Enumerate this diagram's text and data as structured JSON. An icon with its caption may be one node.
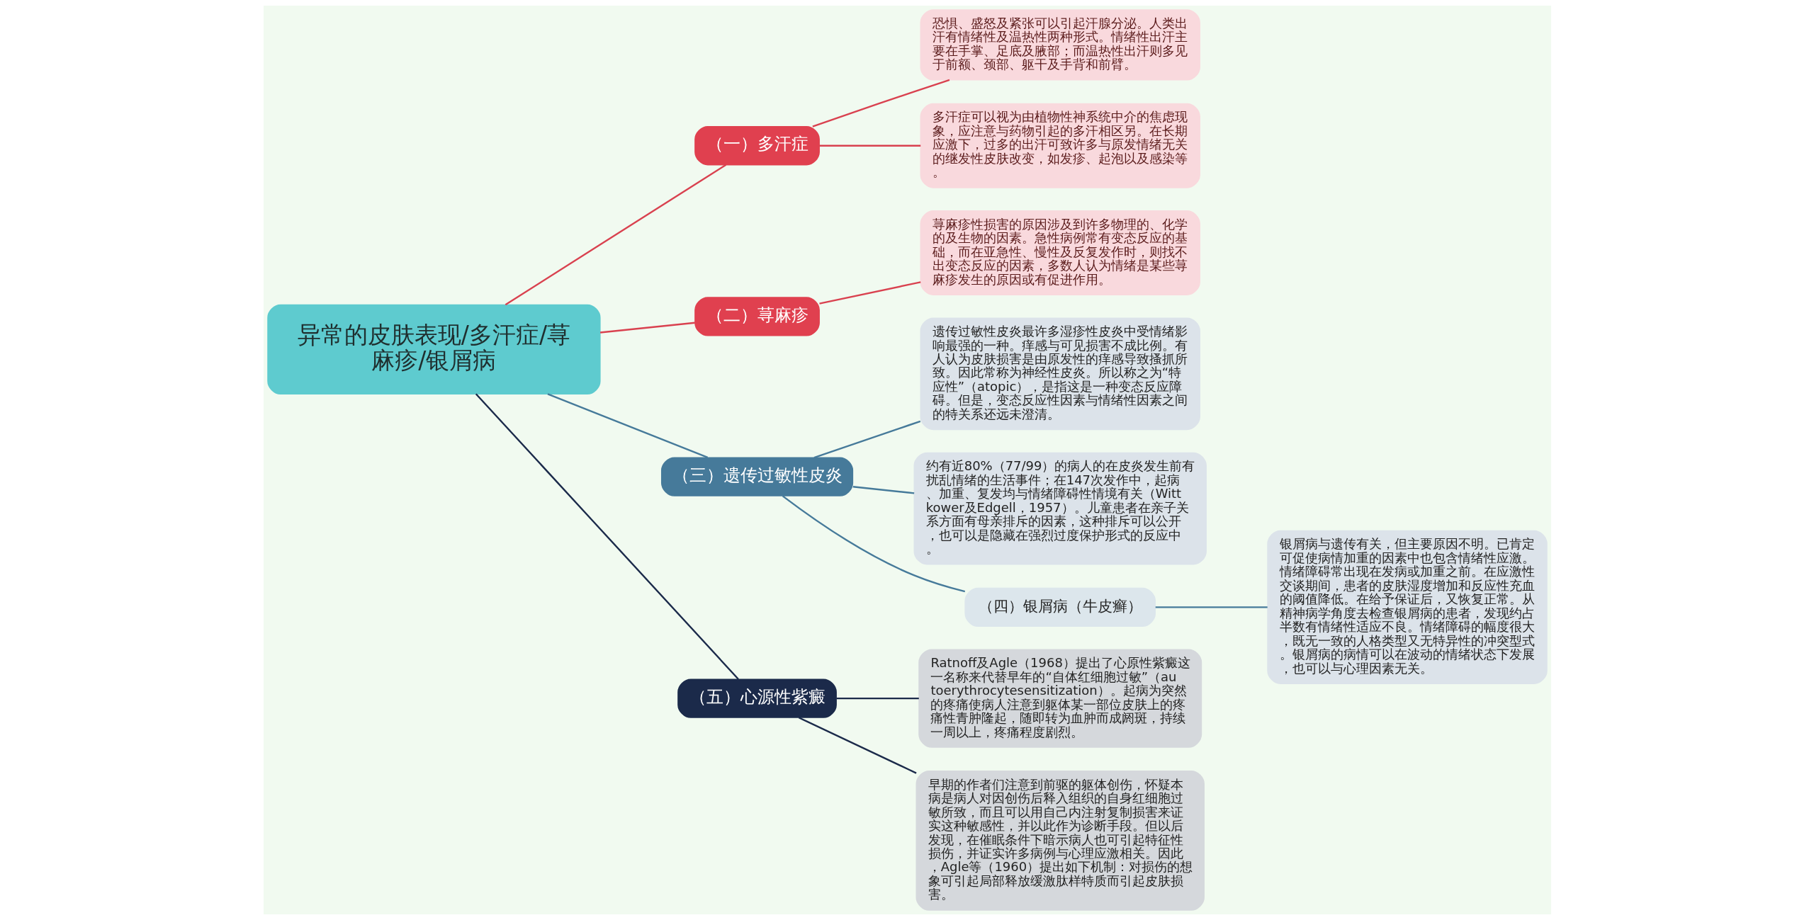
{
  "diagram": {
    "nodes": [
      {
        "text": [
          "异常的皮肤表现/多汗症/荨麻疹/银屑病"
        ]
      },
      {
        "text": [
          "（一）多汗症"
        ]
      },
      {
        "text": [
          "恐惧、盛怒及紧张可以引起汗腺分泌。人类出汗有情绪性及温热性两种形式。情绪性出汗主要在手掌、足底及腋部；而温热性出汗则多见于前额、颈部、躯干及手背和前臂。"
        ]
      },
      {
        "text": [
          "多汗症可以视为由植物性神系统中介的焦虑现象，应注意与药物引起的多汗相区另。在长期应激下，过多的出汗可致许多与原发情绪无关的继发性皮肤改变，如发疹、起泡以及感染等。"
        ]
      },
      {
        "text": [
          "（二）荨麻疹"
        ]
      },
      {
        "text": [
          "荨麻疹性损害的原因涉及到许多物理的、化学的及生物的因素。急性病例常有变态反应的基础，而在亚急性、慢性及反复发作时，则找不出变态反应的因素，多数人认为情绪是某些荨麻疹发生的原因或有促进作用。"
        ]
      },
      {
        "text": [
          "（三）遗传过敏性皮炎"
        ]
      },
      {
        "text": [
          "遗传过敏性皮炎最许多湿疹性皮炎中受情绪影响最强的一种。痒感与可见损害不成比例。有人认为皮肤损害是由原发性的痒感导致搔抓所致。因此常称为神经性皮炎。所以称之为“特应性”（atopic），是指这是一种变态反应障碍。但是，变态反应性因素与情绪性因素之间的特关系还远未澄清。"
        ]
      },
      {
        "text": [
          "约有近80%（77/99）的病人的在皮炎发生前有扰乱情绪的生活事件；在147次发作中，起病、加重、复发均与情绪障碍性情境有关（Wittkower及Edgell，1957）。儿童患者在亲子关系方面有母亲排斥的因素，这种排斥可以公开，也可以是隐藏在强烈过度保护形式的反应中。"
        ]
      },
      {
        "text": [
          "（四）银屑病（牛皮癣）"
        ]
      },
      {
        "text": [
          "银屑病与遗传有关，但主要原因不明。已肯定可促使病情加重的因素中也包含情绪性应激。情绪障碍常出现在发病或加重之前。在应激性交谈期间，患者的皮肤湿度增加和反应性充血的阈值降低。在给予保证后，又恢复正常。从精神病学角度去检查银屑病的患者，发现约占半数有情绪性适应不良。情绪障碍的幅度很大，既无一致的人格类型又无特异性的冲突型式。银屑病的病情可以在波动的情绪状态下发展，也可以与心理因素无关。"
        ]
      },
      {
        "text": [
          "（五）心源性紫癜"
        ]
      },
      {
        "text": [
          "Ratnoff及Agle（1968）提出了心原性紫癜这一名称来代替早年的“自体红细胞过敏”（autoerythrocytesensitization）。起病为突然的疼痛使病人注意到躯体某一部位皮肤上的疼痛性青肿隆起，随即转为血肿而成阏斑，持续一周以上，疼痛程度剧烈。"
        ]
      },
      {
        "text": [
          "早期的作者们注意到前驱的躯体创伤，怀疑本病是病人对因创伤后释入组织的自身红细胞过敏所致，而且可以用自己内注射复制损害来证实这种敏感性，并以此作为诊断手段。但以后发现，在催眠条件下暗示病人也可引起特征性损伤，并证实许多病例与心理应激相关。因此，Agle等（1960）提出如下机制：对损伤的想象可引起局部释放缓激肽样特质而引起皮肤损害。"
        ]
      }
    ],
    "edges": [
      {
        "from": 0,
        "to": 1,
        "arrow": "none",
        "color": "#d9414f"
      },
      {
        "from": 1,
        "to": 2,
        "arrow": "none",
        "color": "#d9414f"
      },
      {
        "from": 1,
        "to": 3,
        "arrow": "none",
        "color": "#d9414f"
      },
      {
        "from": 0,
        "to": 4,
        "arrow": "none",
        "color": "#d9414f"
      },
      {
        "from": 4,
        "to": 5,
        "arrow": "none",
        "color": "#d9414f"
      },
      {
        "from": 0,
        "to": 6,
        "arrow": "none",
        "color": "#467a9a"
      },
      {
        "from": 6,
        "to": 7,
        "arrow": "none",
        "color": "#467a9a"
      },
      {
        "from": 6,
        "to": 8,
        "arrow": "none",
        "color": "#467a9a"
      },
      {
        "from": 6,
        "to": 9,
        "arrow": "none",
        "color": "#467a9a"
      },
      {
        "from": 9,
        "to": 10,
        "arrow": "none",
        "color": "#467a9a"
      },
      {
        "from": 0,
        "to": 11,
        "arrow": "none",
        "color": "#1b2a4a"
      },
      {
        "from": 11,
        "to": 12,
        "arrow": "none",
        "color": "#1b2a4a"
      },
      {
        "from": 11,
        "to": 13,
        "arrow": "none",
        "color": "#1b2a4a"
      }
    ]
  }
}
